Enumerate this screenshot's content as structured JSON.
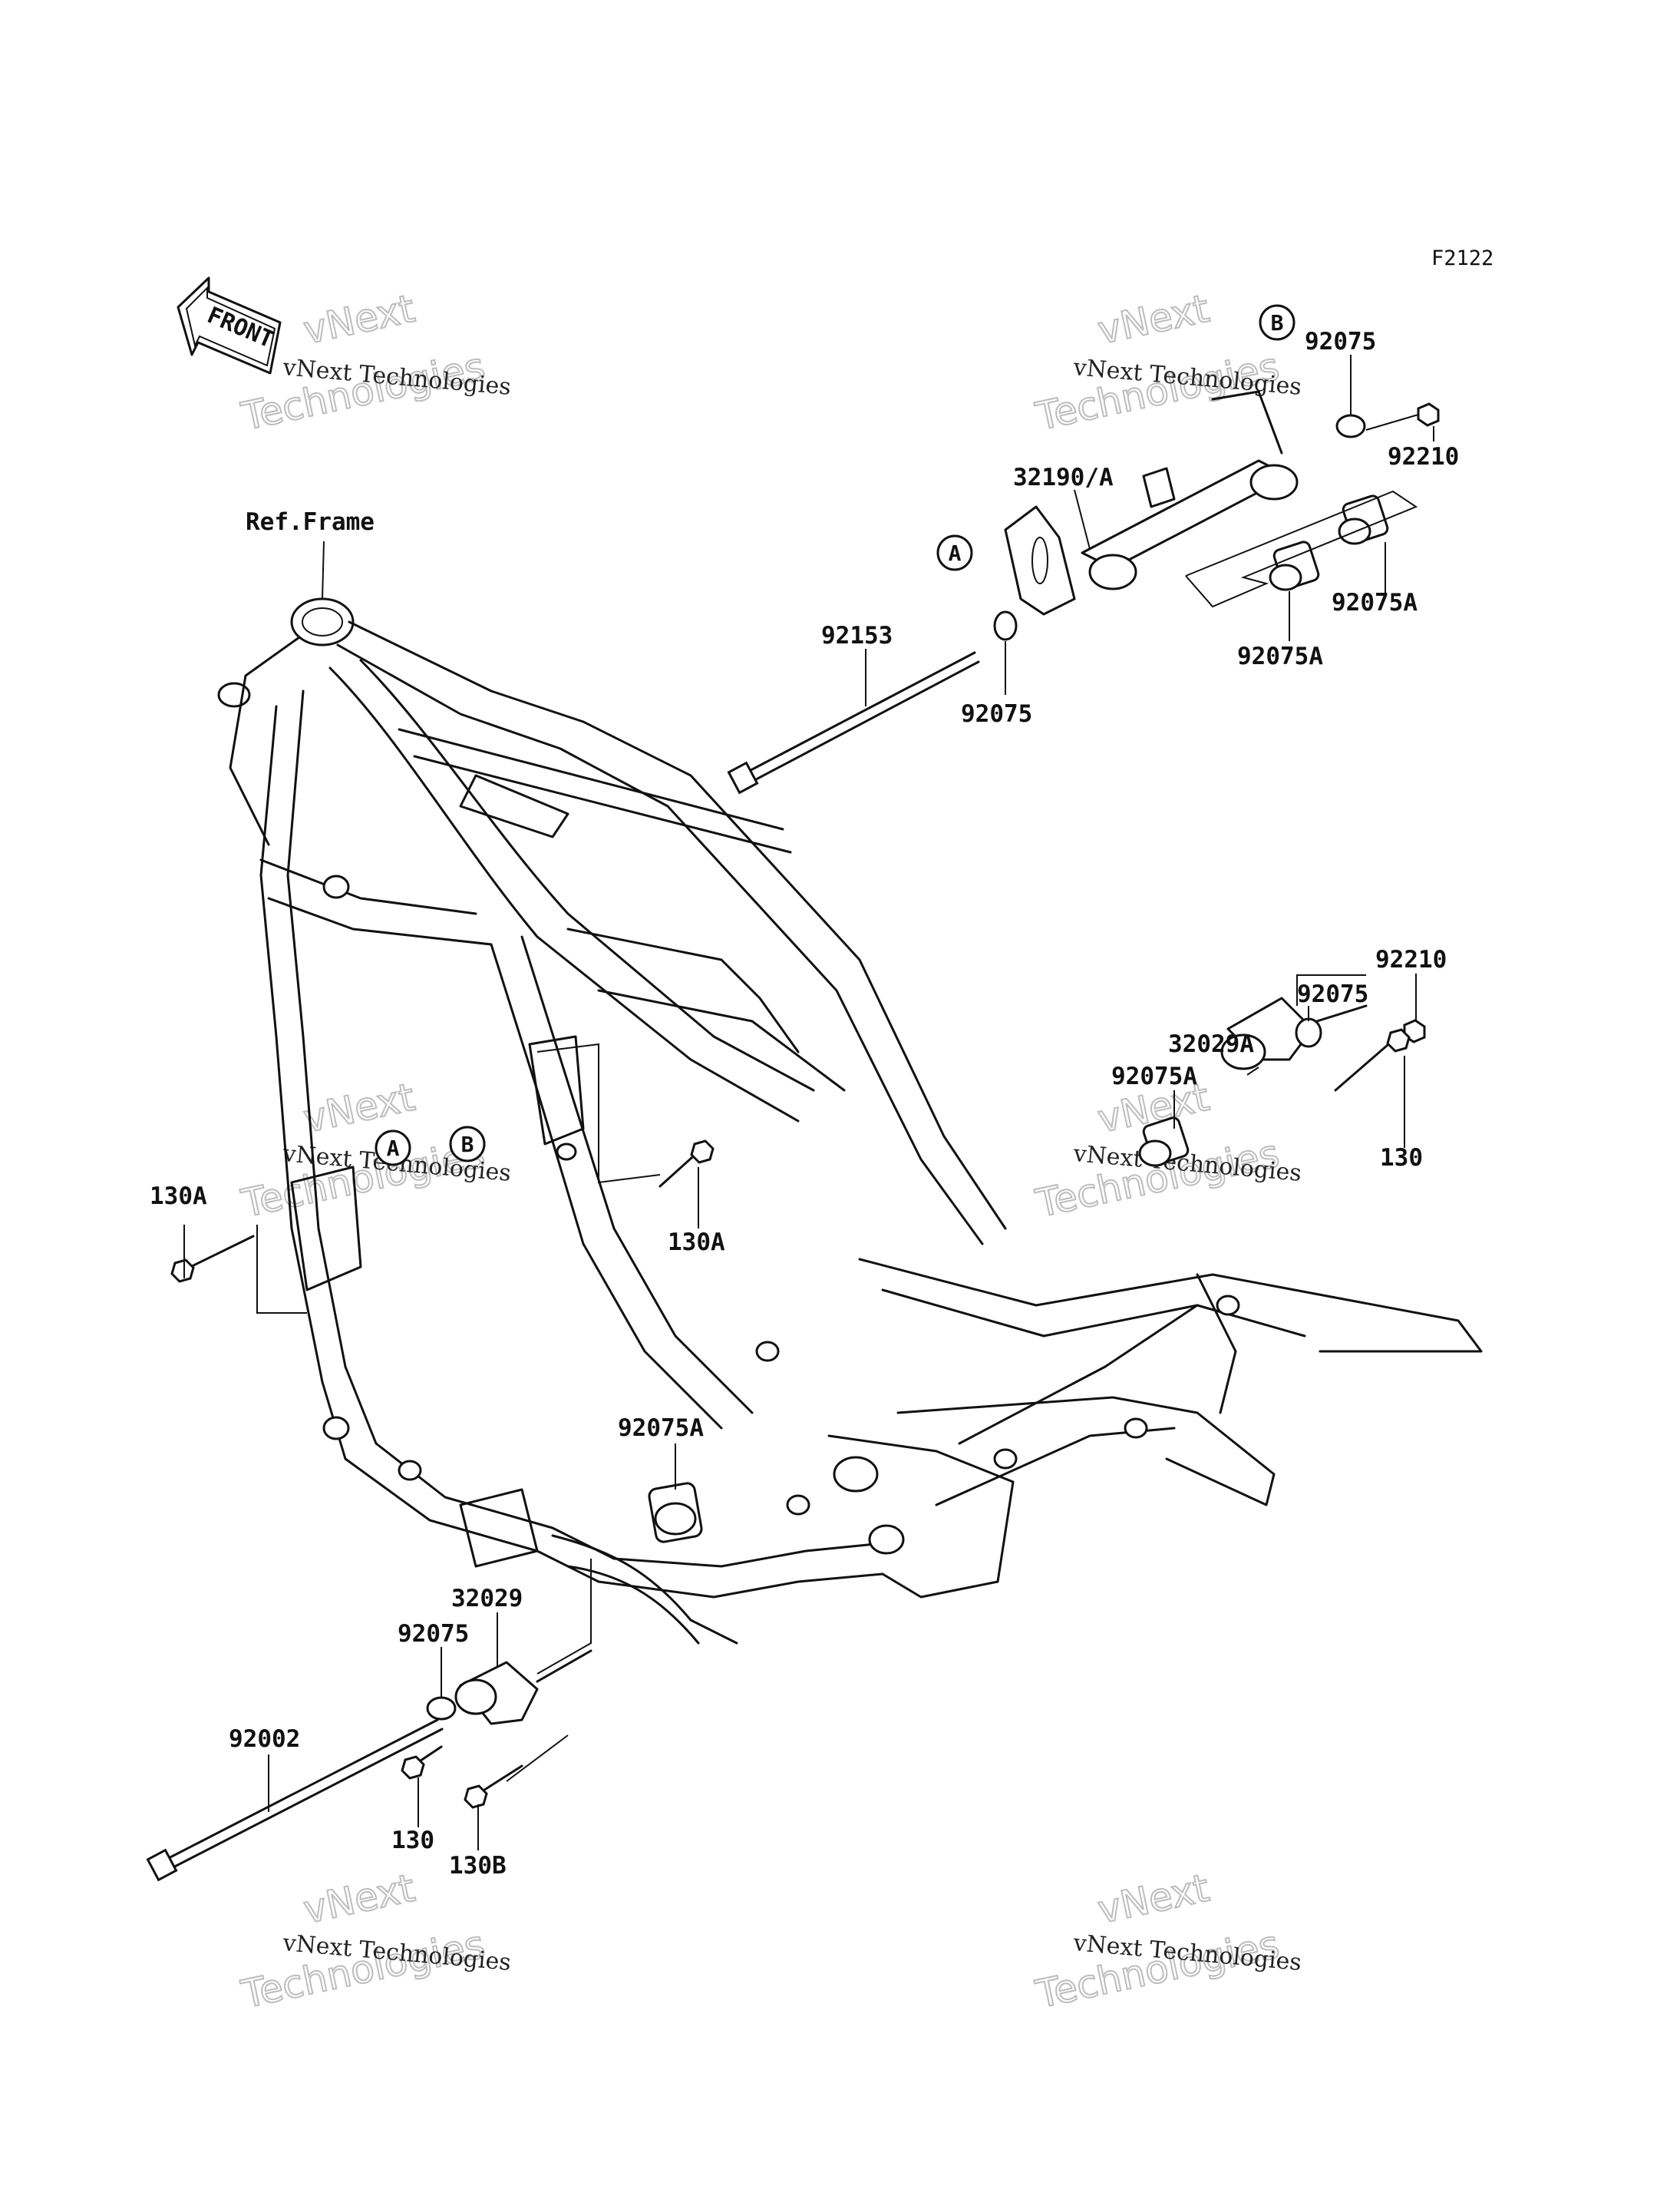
{
  "diagram": {
    "code": "F2122",
    "front_label": "FRONT",
    "ref_frame": "Ref.Frame",
    "watermark": {
      "company": "vNext Technologies",
      "word1": "vNext",
      "word2": "Technologies"
    },
    "callouts": {
      "a": "A",
      "b": "B"
    },
    "parts": {
      "p92075_top": "92075",
      "p92210_top": "92210",
      "p32190": "32190/A",
      "p92075A_r": "92075A",
      "p92075A_l": "92075A",
      "p92153": "92153",
      "p92075_mid": "92075",
      "p92210_r": "92210",
      "p92075_r": "92075",
      "p32029A": "32029A",
      "p92075A_rr": "92075A",
      "p130_r": "130",
      "p130A_l": "130A",
      "p130A_m": "130A",
      "p92075A_b": "92075A",
      "p32029": "32029",
      "p92075_b": "92075",
      "p92002": "92002",
      "p130_b": "130",
      "p130B": "130B"
    }
  }
}
